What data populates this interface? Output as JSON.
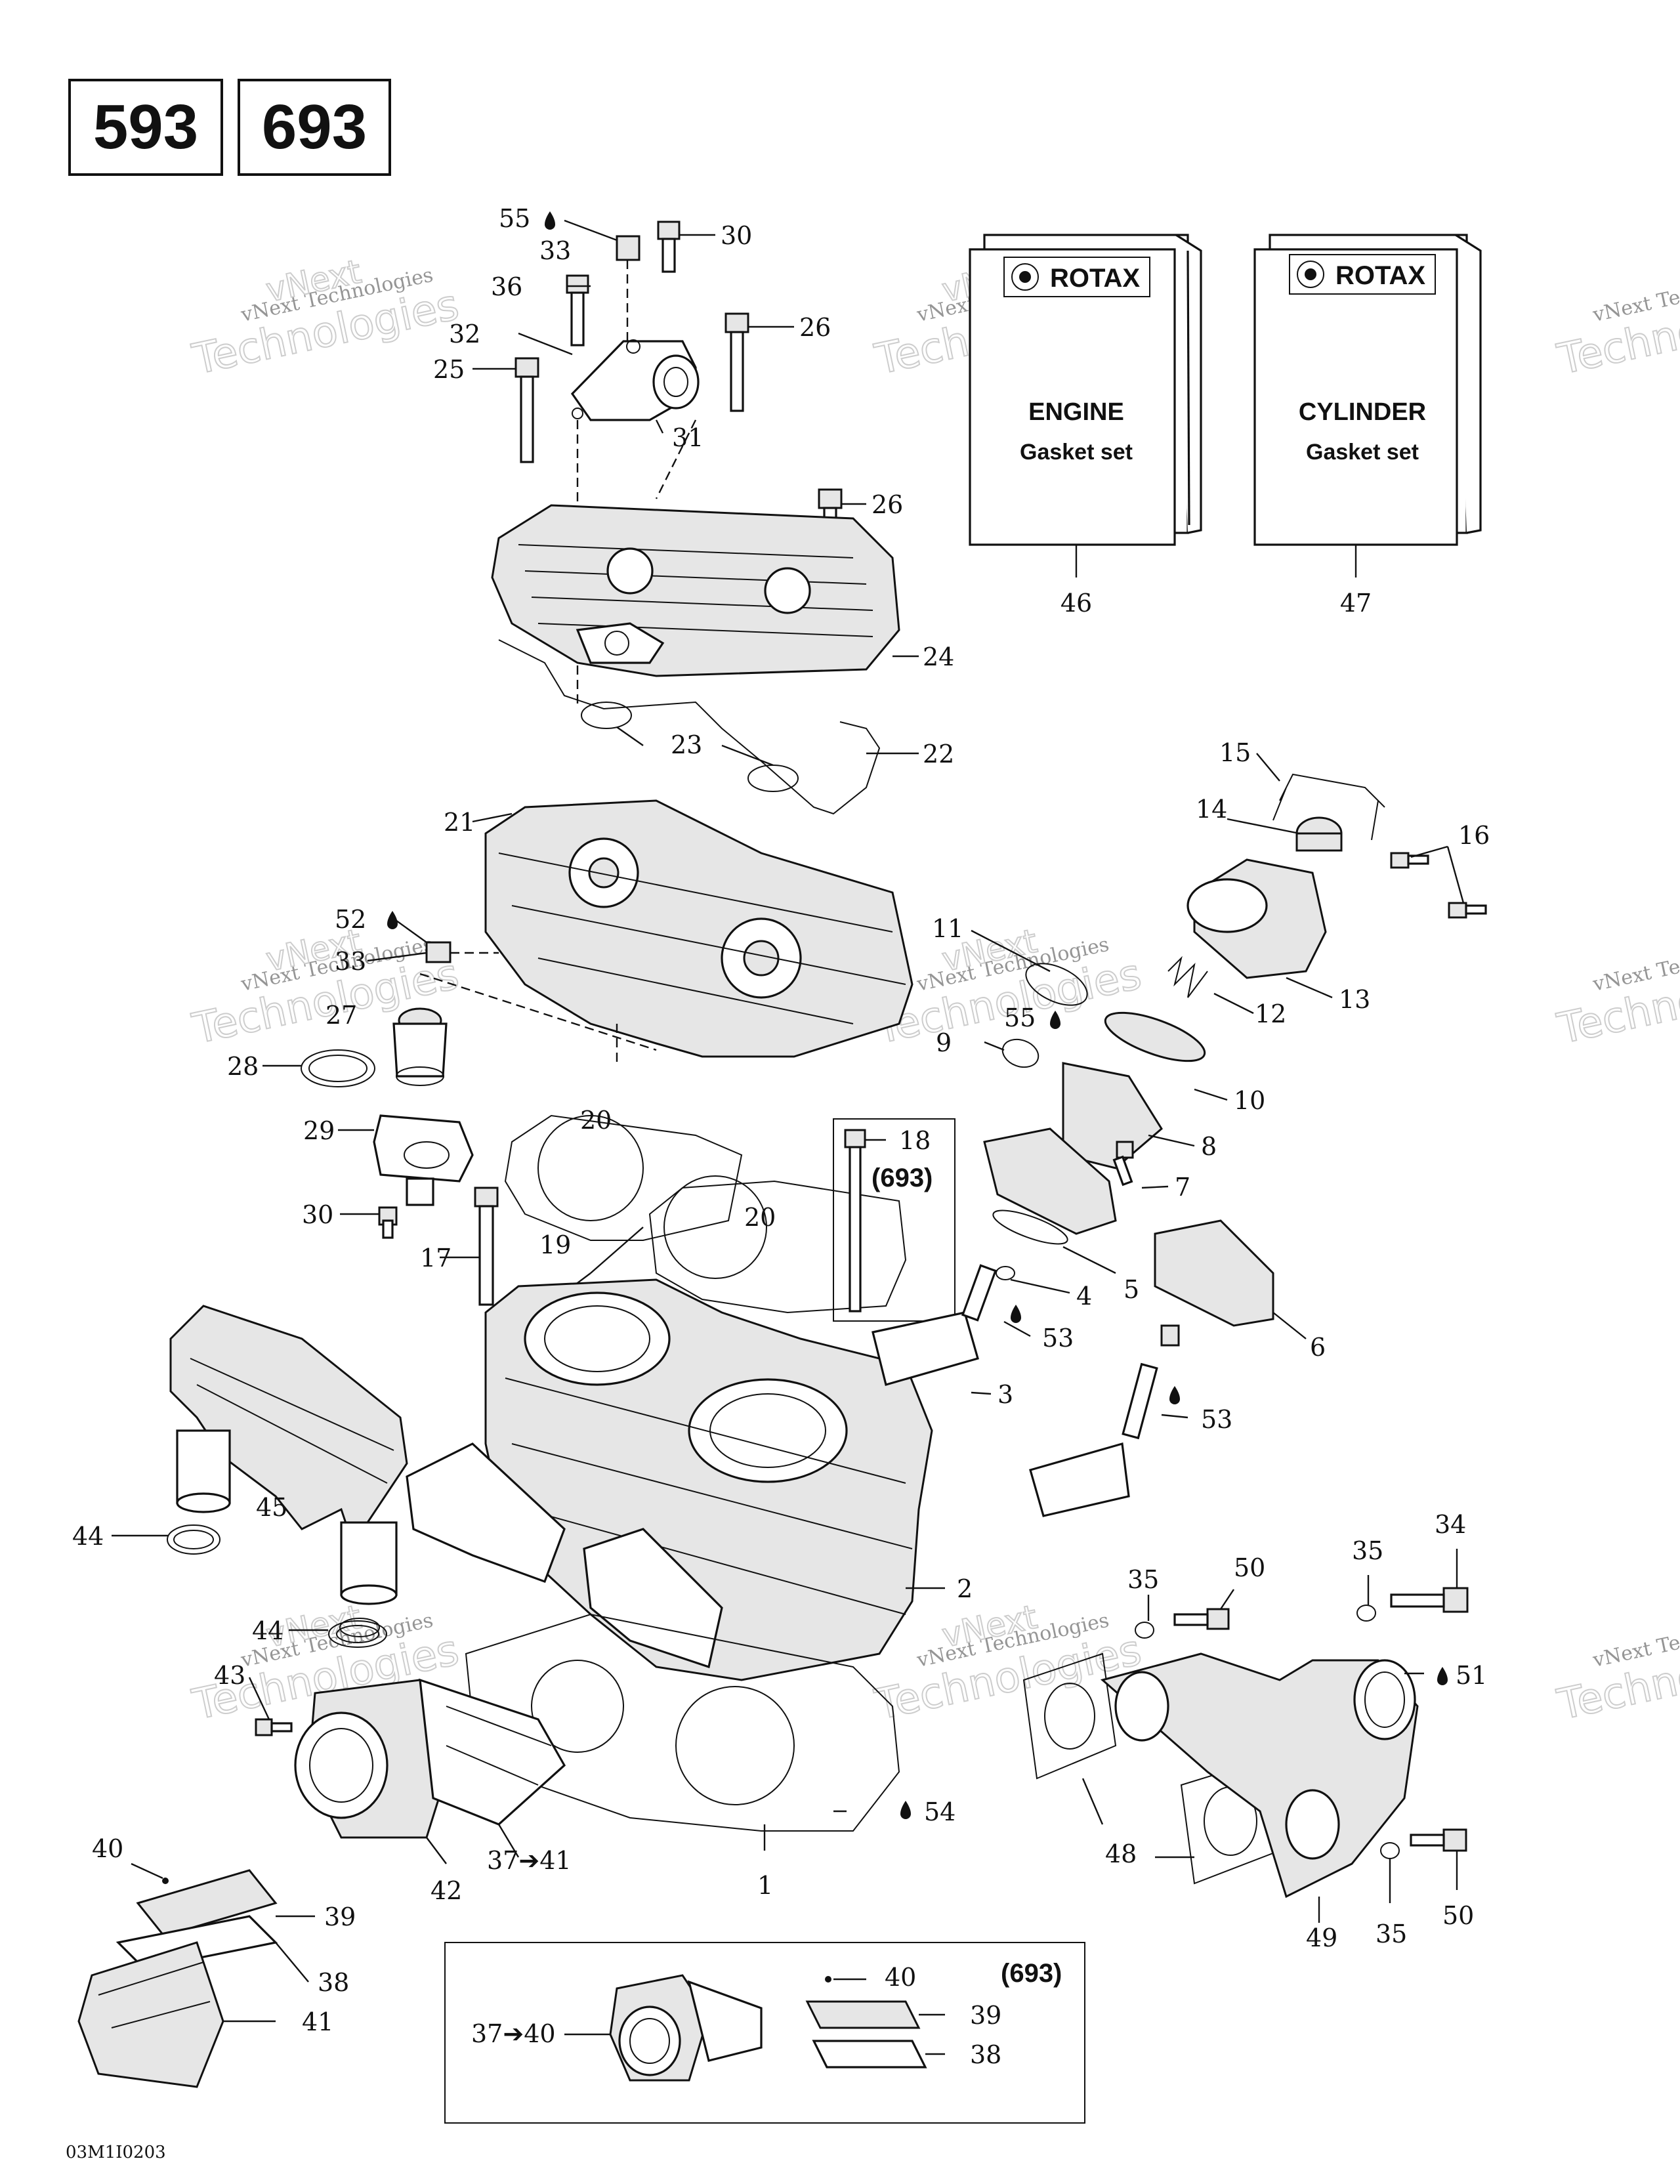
{
  "models": [
    "593",
    "693"
  ],
  "gasket_books": [
    {
      "brand": "ROTAX",
      "line1": "ENGINE",
      "line2": "Gasket set",
      "ref": "46"
    },
    {
      "brand": "ROTAX",
      "line1": "CYLINDER",
      "line2": "Gasket set",
      "ref": "47"
    }
  ],
  "variant_tags": {
    "bolt_693": "(693)",
    "inset_693": "(693)"
  },
  "callouts": {
    "c55a": "55",
    "c33a": "33",
    "c30a": "30",
    "c36": "36",
    "c26a": "26",
    "c32": "32",
    "c25": "25",
    "c31": "31",
    "c26b": "26",
    "c24": "24",
    "c23": "23",
    "c22": "22",
    "c21": "21",
    "c52": "52",
    "c33b": "33",
    "c27": "27",
    "c28": "28",
    "c29": "29",
    "c20a": "20",
    "c20b": "20",
    "c19": "19",
    "c30b": "30",
    "c17": "17",
    "c18": "18",
    "c15": "15",
    "c14": "14",
    "c16": "16",
    "c13": "13",
    "c11": "11",
    "c12": "12",
    "c55b": "55",
    "c9": "9",
    "c10": "10",
    "c8": "8",
    "c7": "7",
    "c5": "5",
    "c4": "4",
    "c6": "6",
    "c53a": "53",
    "c3": "3",
    "c53b": "53",
    "c2": "2",
    "c44a": "44",
    "c45": "45",
    "c44b": "44",
    "c43": "43",
    "c42": "42",
    "c37_41": "37➔41",
    "c1": "1",
    "c54": "54",
    "c35a": "35",
    "c50a": "50",
    "c35b": "35",
    "c34": "34",
    "c51": "51",
    "c48": "48",
    "c49": "49",
    "c35c": "35",
    "c50b": "50",
    "c40a": "40",
    "c39a": "39",
    "c38a": "38",
    "c41": "41",
    "c37_40": "37➔40",
    "c40b": "40",
    "c39b": "39",
    "c38b": "38"
  },
  "watermark": {
    "line1": "vNext Technologies",
    "line2": "vNext",
    "line3": "Technologies"
  },
  "figure_code": "03M1I0203"
}
